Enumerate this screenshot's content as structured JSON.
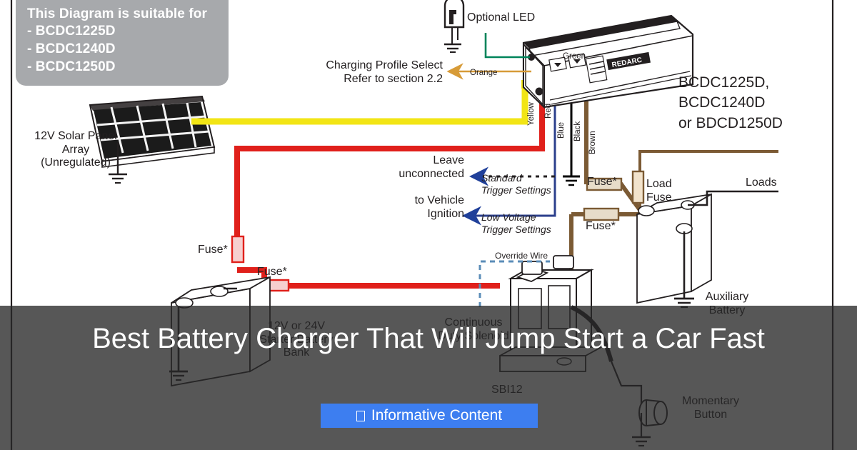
{
  "overlay": {
    "title": "Best Battery Charger That Will Jump Start a Car Fast",
    "badge_label": "Informative Content",
    "badge_icon": "missing-glyph-box",
    "badge_color": "#3d7ef0",
    "scrim_color": "#4a4a4a"
  },
  "info_box": {
    "heading": "This Diagram is suitable for",
    "items": [
      "- BCDC1225D",
      "- BCDC1240D",
      "- BCDC1250D"
    ],
    "background_color": "#a7a9ac",
    "text_color": "#ffffff"
  },
  "diagram": {
    "type": "wiring-diagram",
    "labels": {
      "solar_panel": "12V Solar Panel\nArray\n(Unregulated)",
      "optional_led": "Optional LED",
      "charging_profile": "Charging Profile Select\nRefer to section 2.2",
      "device_models": "BCDC1225D,\nBCDC1240D\nor BDCD1250D",
      "leave_unconnected": "Leave\nunconnected",
      "standard_trigger": "Standard\nTrigger Settings",
      "to_vehicle_ignition": "to Vehicle\nIgnition",
      "low_voltage_trigger": "Low Voltage\nTrigger Settings",
      "load_fuse": "Load\nFuse",
      "loads": "Loads",
      "auxiliary_battery": "Auxiliary\nBattery",
      "starter_bank": "12V or 24V\nStarter Battery\nBank",
      "override_wire": "Override Wire",
      "continuous_solenoid": "Continuous\nDuty Solenoid",
      "sbi12": "SBI12",
      "momentary_button": "Momentary\nButton",
      "fuse": "Fuse*",
      "brand": "REDARC"
    },
    "wire_labels": [
      {
        "name": "Green",
        "color": "#00845a"
      },
      {
        "name": "Orange",
        "color": "#d79b38"
      },
      {
        "name": "Yellow",
        "color": "#f2e515"
      },
      {
        "name": "Red",
        "color": "#e0201b"
      },
      {
        "name": "Blue",
        "color": "#2b3f8c"
      },
      {
        "name": "Black",
        "color": "#000000"
      },
      {
        "name": "Brown",
        "color": "#7b5a34"
      }
    ],
    "fuse_labels": [
      "Fuse*",
      "Fuse*",
      "Fuse*",
      "Fuse*"
    ],
    "colors": {
      "wire_yellow": "#f2e515",
      "wire_red": "#e0201b",
      "wire_blue": "#2b3f8c",
      "wire_black": "#000000",
      "wire_brown": "#7b5a34",
      "wire_green": "#00845a",
      "wire_orange": "#d79b38",
      "outline": "#231f20"
    }
  }
}
